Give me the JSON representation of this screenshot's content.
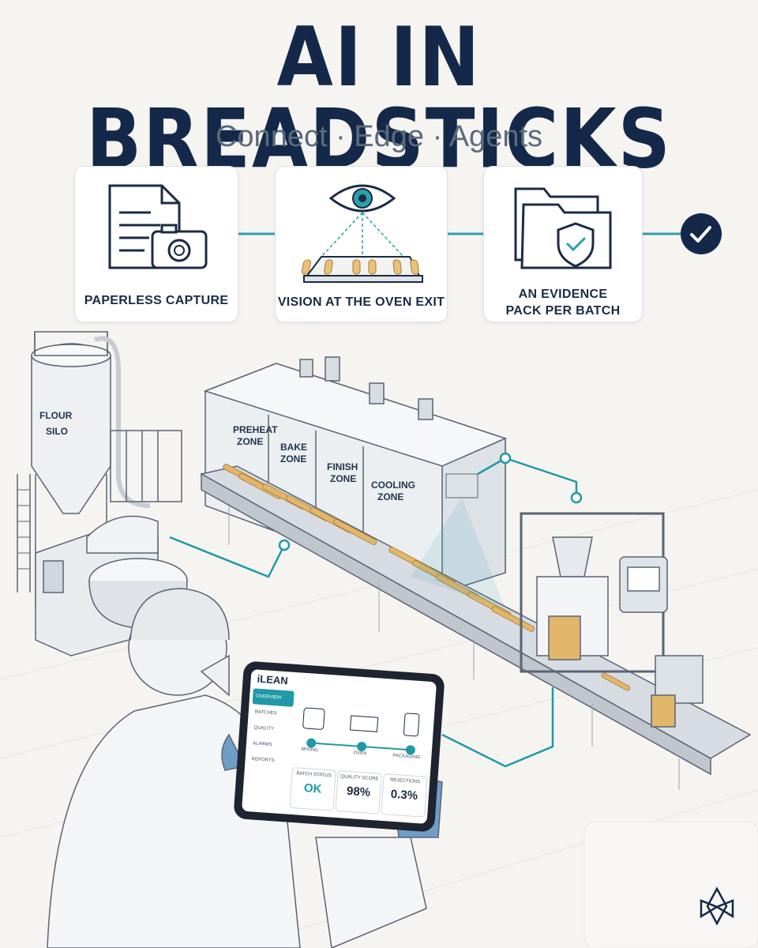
{
  "header": {
    "title": "AI IN BREADSTICKS",
    "subtitle": "Connect · Edge · Agents"
  },
  "cards": [
    {
      "label": "PAPERLESS CAPTURE",
      "icon": "document-camera-icon"
    },
    {
      "label": "VISION AT THE OVEN EXIT",
      "icon": "eye-conveyor-icon"
    },
    {
      "label": "AN EVIDENCE PACK PER BATCH",
      "icon": "folder-shield-icon"
    }
  ],
  "scene": {
    "silo_label": "FLOUR SILO",
    "zones": [
      "PREHEAT ZONE",
      "BAKE ZONE",
      "FINISH ZONE",
      "COOLING ZONE"
    ]
  },
  "tablet": {
    "brand": "iLEAN",
    "nav": [
      "OVERVIEW",
      "BATCHES",
      "QUALITY",
      "ALARMS",
      "REPORTS"
    ],
    "steps": [
      "MIXING",
      "OVEN",
      "PACKAGING"
    ],
    "kpis": [
      {
        "label": "BATCH STATUS",
        "value": "OK"
      },
      {
        "label": "QUALITY SCORE",
        "value": "98%"
      },
      {
        "label": "REJECTIONS",
        "value": "0.3%"
      }
    ]
  },
  "colors": {
    "navy": "#14294a",
    "teal": "#1f9aa6",
    "background": "#f6f4f1"
  }
}
